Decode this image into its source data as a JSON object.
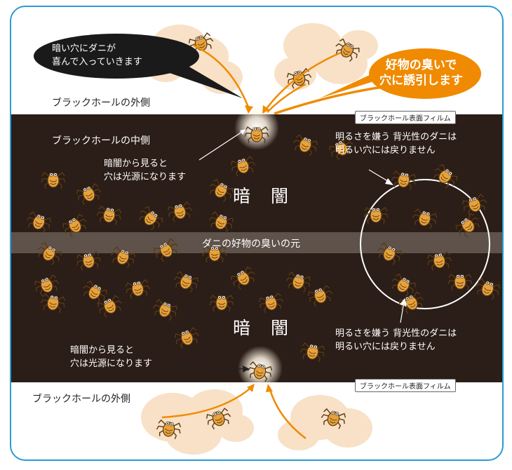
{
  "bubble": {
    "line1": "暗い穴にダニが",
    "line2": "喜んで入っていきます"
  },
  "orange_callout": {
    "line1": "好物の臭いで",
    "line2": "穴に誘引します"
  },
  "outside_top": "ブラックホールの外側",
  "outside_bottom": "ブラックホールの外側",
  "middle": "ブラックホールの中側",
  "film_label_top": "ブラックホール表面フィルム",
  "film_label_bottom": "ブラックホール表面フィルム",
  "light_source_top": {
    "line1": "暗闇から見ると",
    "line2": "穴は光源になります"
  },
  "light_source_bottom": {
    "line1": "暗闇から見ると",
    "line2": "穴は光源になります"
  },
  "darkness_top": "暗　闇",
  "darkness_bottom": "暗　闇",
  "attractant_band": "ダニの好物の臭いの元",
  "photophobic_top": {
    "line1": "明るさを嫌う 背光性のダニは",
    "line2": "明るい穴には戻りません"
  },
  "photophobic_bottom": {
    "line1": "明るさを嫌う 背光性のダニは",
    "line2": "明るい穴には戻りません"
  },
  "colors": {
    "frame": "#2a9bd6",
    "dark_band": "#2b1d17",
    "orange": "#f08a00",
    "mite_body": "#e8a23a",
    "cloud": "#f8e1c6"
  }
}
